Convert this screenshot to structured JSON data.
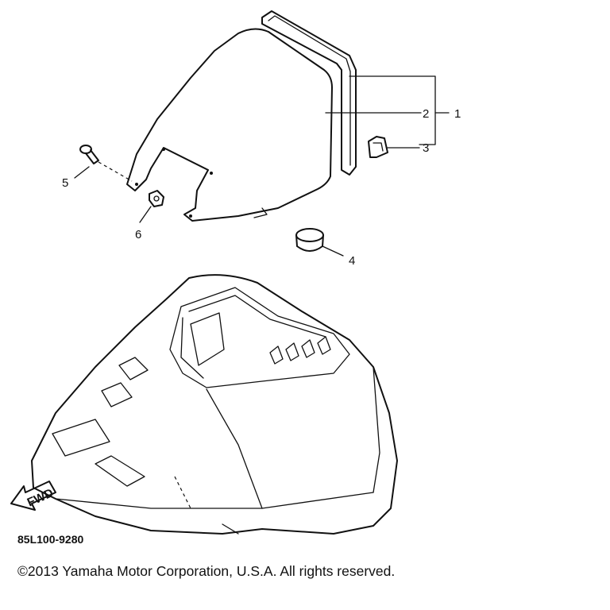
{
  "diagram": {
    "callouts": [
      {
        "id": "1",
        "label": "1"
      },
      {
        "id": "2",
        "label": "2"
      },
      {
        "id": "3",
        "label": "3"
      },
      {
        "id": "4",
        "label": "4"
      },
      {
        "id": "5",
        "label": "5"
      },
      {
        "id": "6",
        "label": "6"
      }
    ],
    "fwd_marker": "FWD",
    "drawing_code": "85L100-9280",
    "copyright": "©2013 Yamaha Motor Corporation, U.S.A. All rights reserved."
  }
}
